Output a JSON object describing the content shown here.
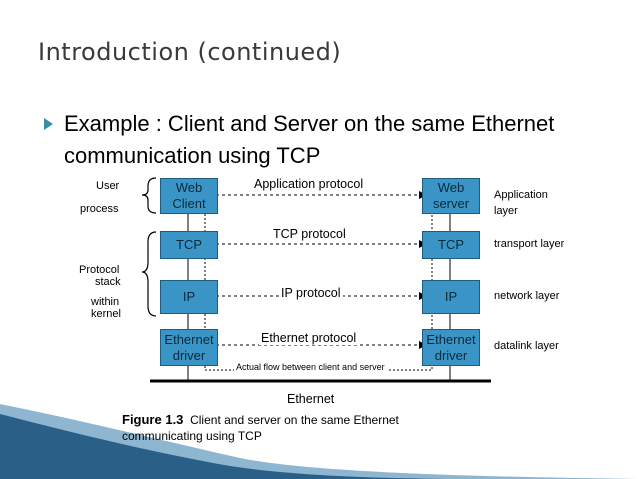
{
  "title": "Introduction (continued)",
  "bullet_text": "Example : Client and Server on the same Ethernet communication using TCP",
  "left_labels": {
    "user": "User",
    "process": "process",
    "protocol": "Protocol",
    "stack": "stack",
    "within": "within",
    "kernel": "kernel"
  },
  "client_boxes": {
    "web_client": "Web Client",
    "tcp": "TCP",
    "ip": "IP",
    "ethernet_driver": "Ethernet driver"
  },
  "server_boxes": {
    "web_server": "Web server",
    "tcp": "TCP",
    "ip": "IP",
    "ethernet_driver": "Ethernet driver"
  },
  "protocols": {
    "application": "Application protocol",
    "tcp": "TCP protocol",
    "ip": "IP protocol",
    "ethernet": "Ethernet protocol",
    "actual_flow": "Actual flow between client and server"
  },
  "layers": {
    "application": "Application layer",
    "transport": "transport layer",
    "network": "network layer",
    "datalink": "datalink layer"
  },
  "ethernet_label": "Ethernet",
  "caption": {
    "figure": "Figure 1.3",
    "text": "Client and server on the same Ethernet communicating using TCP"
  },
  "colors": {
    "box": "#3a95c6",
    "accent": "#3a8fa8",
    "wave": "#2a5f88"
  }
}
